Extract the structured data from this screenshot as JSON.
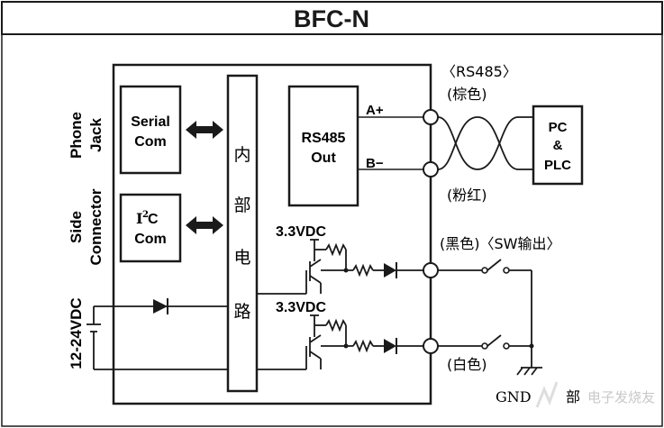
{
  "title": "BFC-N",
  "labels": {
    "phone_jack": [
      "Phone",
      "Jack"
    ],
    "side_connector": [
      "Side",
      "Connector"
    ],
    "power": "12-24VDC",
    "serial": [
      "Serial",
      "Com"
    ],
    "i2c_main": "I",
    "i2c_sup": "2",
    "i2c_tail": "C",
    "i2c_line2": "Com",
    "internal_chars": [
      "内",
      "部",
      "电",
      "路"
    ],
    "rs485_box": [
      "RS485",
      "Out"
    ],
    "a_plus": "A+",
    "b_minus": "B−",
    "rs485_tag": "〈RS485〉",
    "brown": "(棕色)",
    "pink_red": "(粉红)",
    "pc_plc": [
      "PC",
      "&",
      "PLC"
    ],
    "vdc1": "3.3VDC",
    "vdc2": "3.3VDC",
    "black_sw": "(黑色)〈SW输出〉",
    "white": "(白色)",
    "gnd": "GND",
    "ground_tag": "部",
    "watermark": "电子发烧友"
  },
  "colors": {
    "line": "#1a1a1a",
    "watermark": "#c8c8c8"
  }
}
